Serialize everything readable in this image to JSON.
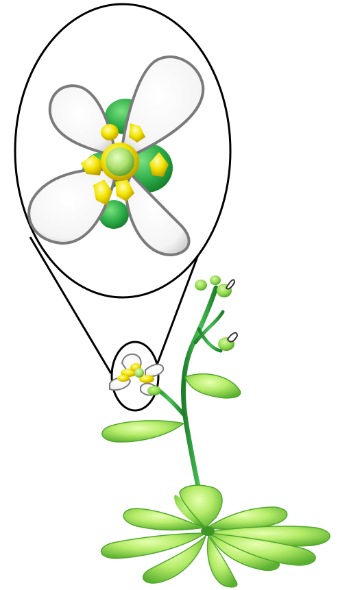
{
  "illustration": {
    "subject": "plant-with-magnified-flower",
    "colors": {
      "stem": "#2e9e3a",
      "leaf_light": "#b6ec6a",
      "leaf_mid": "#8fd94a",
      "leaf_dark": "#4fa82c",
      "petal": "#ffffff",
      "petal_outline": "#7a7a7a",
      "anther": "#f2e400",
      "anther_dark": "#c7a800",
      "pistil": "#a8dd6a",
      "sepal": "#2fb04a",
      "outline": "#000000"
    },
    "icons": [
      "magnifier-lens",
      "flower",
      "rosette-leaves",
      "flower-bud"
    ]
  }
}
